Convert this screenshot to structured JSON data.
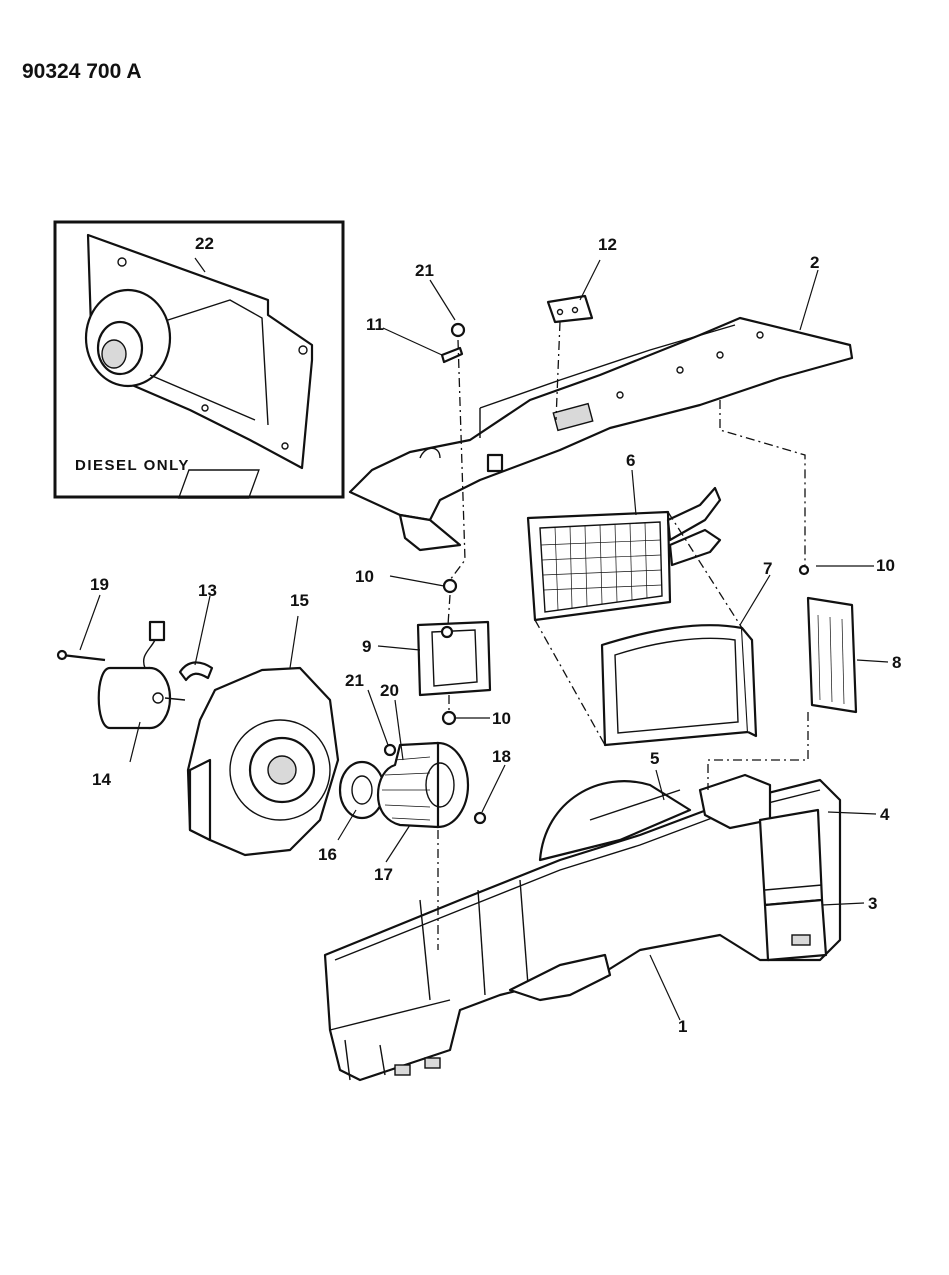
{
  "document": {
    "id": "90324 700 A"
  },
  "inset": {
    "label": "DIESEL ONLY"
  },
  "callouts": [
    {
      "ref": "1"
    },
    {
      "ref": "2"
    },
    {
      "ref": "3"
    },
    {
      "ref": "4"
    },
    {
      "ref": "5"
    },
    {
      "ref": "6"
    },
    {
      "ref": "7"
    },
    {
      "ref": "8"
    },
    {
      "ref": "9"
    },
    {
      "ref": "10"
    },
    {
      "ref": "10"
    },
    {
      "ref": "10"
    },
    {
      "ref": "11"
    },
    {
      "ref": "12"
    },
    {
      "ref": "13"
    },
    {
      "ref": "14"
    },
    {
      "ref": "15"
    },
    {
      "ref": "16"
    },
    {
      "ref": "17"
    },
    {
      "ref": "18"
    },
    {
      "ref": "19"
    },
    {
      "ref": "20"
    },
    {
      "ref": "21"
    },
    {
      "ref": "21"
    },
    {
      "ref": "22"
    }
  ]
}
